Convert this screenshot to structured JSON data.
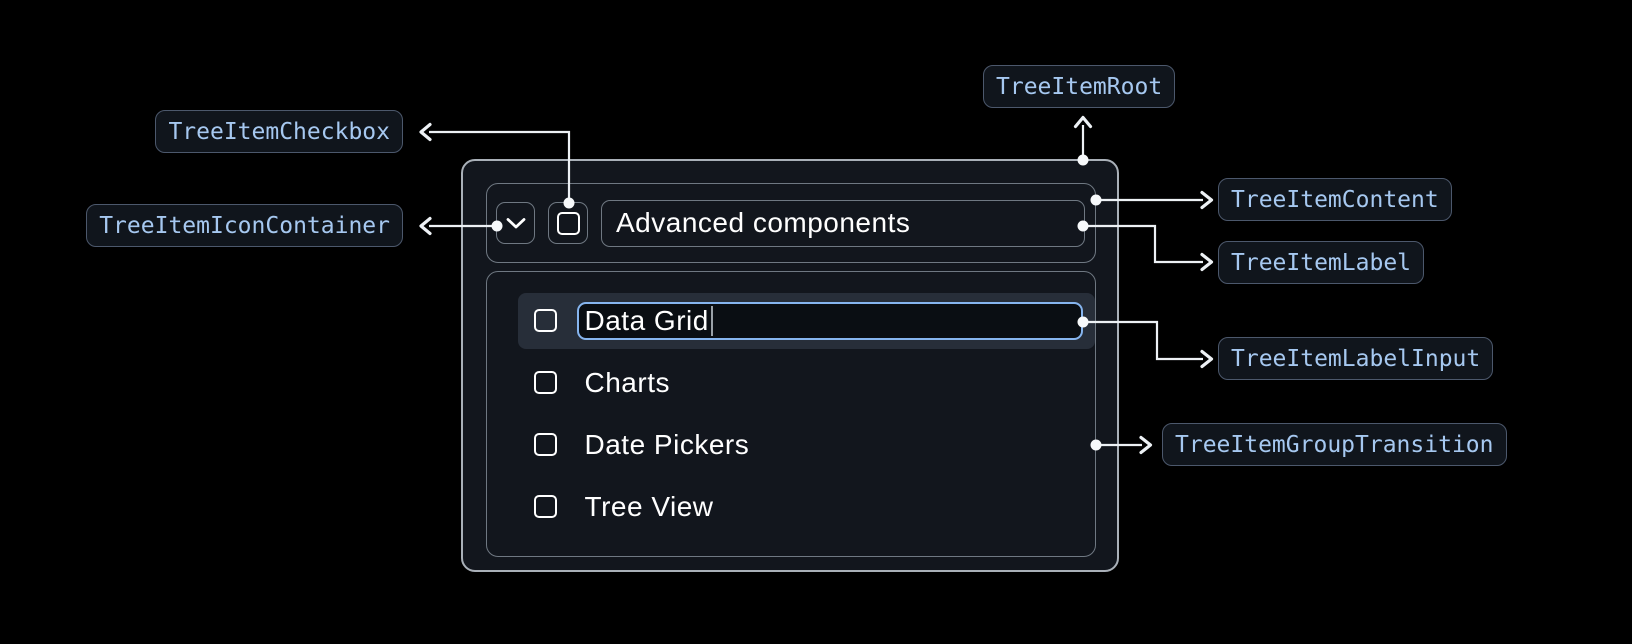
{
  "badges": {
    "root": "TreeItemRoot",
    "content": "TreeItemContent",
    "label": "TreeItemLabel",
    "label_input": "TreeItemLabelInput",
    "group_transition": "TreeItemGroupTransition",
    "checkbox": "TreeItemCheckbox",
    "icon_container": "TreeItemIconContainer"
  },
  "tree": {
    "parent": {
      "label": "Advanced components",
      "expanded": true,
      "checked": false,
      "expand_icon": "chevron-down-icon",
      "checkbox_icon": "checkbox-unchecked-icon"
    },
    "editing_item": {
      "value": "Data Grid",
      "checked": false,
      "cursor_visible": true
    },
    "items": [
      {
        "label": "Charts",
        "checked": false
      },
      {
        "label": "Date Pickers",
        "checked": false
      },
      {
        "label": "Tree View",
        "checked": false
      }
    ]
  },
  "colors": {
    "page_bg": "#000000",
    "panel_bg": "#12161D",
    "panel_border": "#A9B0B8",
    "inner_border": "#6F7882",
    "selected_row_bg": "#272E39",
    "input_border": "#86B5EF",
    "input_bg": "#0A0E13",
    "badge_bg": "#10151C",
    "badge_border": "#4C586C",
    "badge_text": "#A6C8F0",
    "tree_text": "#FFFFFF",
    "arrow": "#EDF1F5"
  }
}
